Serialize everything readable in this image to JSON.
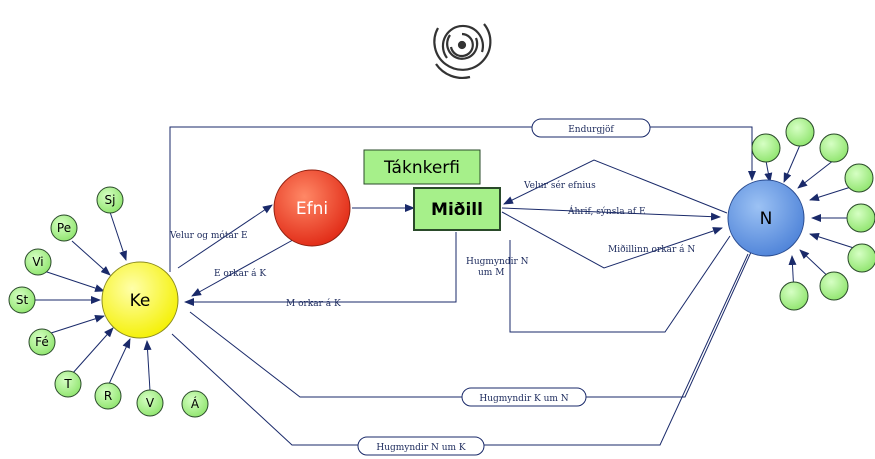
{
  "nodes": {
    "ke": "Ke",
    "efni": "Efni",
    "midill": "Miðill",
    "taknkerfi": "Táknkerfi",
    "n": "N"
  },
  "satellites_left": [
    "Sj",
    "Pe",
    "Vi",
    "St",
    "Fé",
    "T",
    "R",
    "V",
    "Á"
  ],
  "edge_labels": {
    "velur_og_motar_e": "Velur og mótar E",
    "e_orkar_a_k": "E orkar á K",
    "m_orkar_a_k": "M orkar á K",
    "hugmyndir_n_um_m": "Hugmyndir N um M",
    "velur_ser_efnius": "Velur sér efnius",
    "ahrif_synsla_af_e": "Áhrif, sýnsla af E",
    "midillinn_orkar_a_n": "Miðillinn orkar á N"
  },
  "pill_labels": {
    "endurgjof": "Endurgjöf",
    "hugmyndir_k_um_n": "Hugmyndir K um N",
    "hugmyndir_n_um_k": "Hugmyndir N um K"
  },
  "colors": {
    "ke_fill": "#ffff33",
    "efni_fill": "#ee3322",
    "n_fill": "#5b8fdc",
    "green_fill": "#a6f08a",
    "line": "#1a2a6a"
  }
}
